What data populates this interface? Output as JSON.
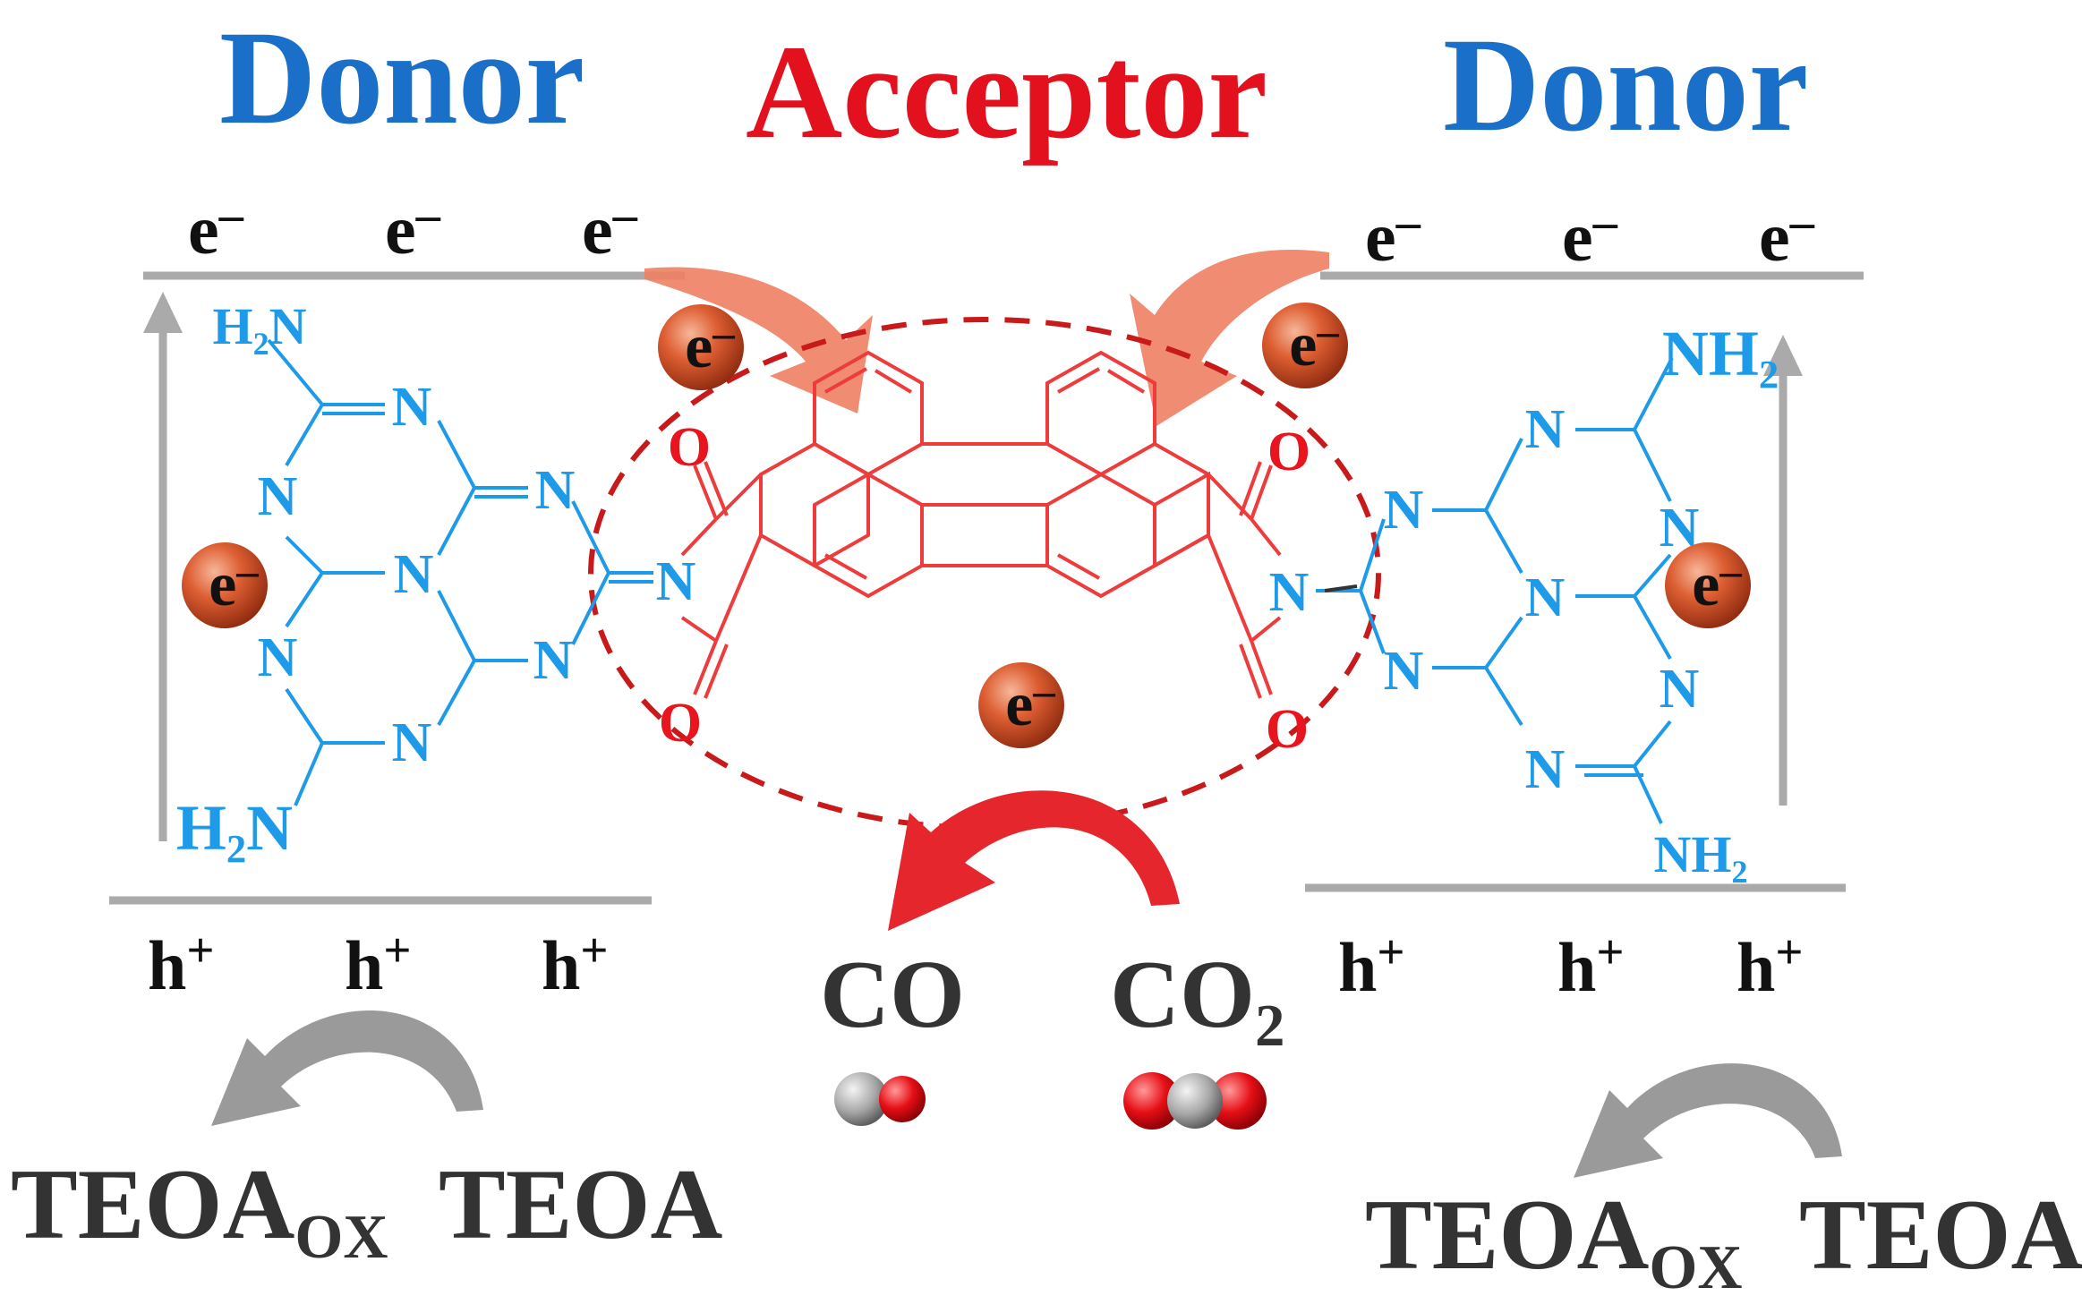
{
  "titles": {
    "donor_left": "Donor",
    "acceptor": "Acceptor",
    "donor_right": "Donor"
  },
  "electron": "e",
  "electron_sign": "–",
  "hole": "h",
  "hole_sign": "+",
  "products": {
    "co": "CO",
    "co2_main": "CO",
    "co2_sub": "2"
  },
  "sacrificial": {
    "teoa_ox_main": "TEOA",
    "teoa_ox_sub": "OX",
    "teoa": "TEOA"
  },
  "atoms": {
    "n": "N",
    "o": "O",
    "nh2_left_top": "H",
    "nh2_left_top_sub": "2",
    "nh2_left_top_tail": "N",
    "nh2_right_top": "NH",
    "nh2_right_top_sub": "2"
  },
  "colors": {
    "donor": "#1a6fc8",
    "acceptor": "#e3101e",
    "melem": "#1e9be8",
    "pdi": "#ee3b3b",
    "band": "#aaaaaa",
    "electron_ball": "#d4552a",
    "curve_arrow": "#ee8063",
    "gray_arrow": "#9a9a9a",
    "red_arrow": "#e5262d"
  }
}
